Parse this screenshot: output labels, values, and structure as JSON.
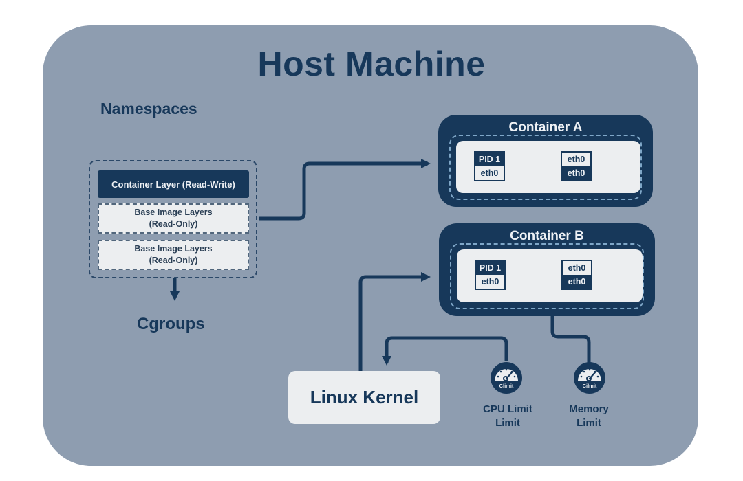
{
  "diagram": {
    "title": "Host Machine",
    "namespaces_label": "Namespaces",
    "cgroups_label": "Cgroups",
    "layers": {
      "container_layer": "Container Layer (Read-Write)",
      "base_layers": [
        {
          "line1": "Base Image Layers",
          "line2": "(Read-Only)"
        },
        {
          "line1": "Base Image Layers",
          "line2": "(Read-Only)"
        }
      ]
    },
    "containers": [
      {
        "name": "Container A",
        "pid_box": {
          "top": "PID 1",
          "bottom": "eth0"
        },
        "eth_box": {
          "top": "eth0",
          "bottom": "eth0"
        }
      },
      {
        "name": "Container B",
        "pid_box": {
          "top": "PID 1",
          "bottom": "eth0"
        },
        "eth_box": {
          "top": "eth0",
          "bottom": "eth0"
        }
      }
    ],
    "kernel_label": "Linux Kernel",
    "gauges": [
      {
        "dial_text": "Climit",
        "line1": "CPU Limit",
        "line2": "Limit"
      },
      {
        "dial_text": "Cilmit",
        "line1": "Memory",
        "line2": "Limit"
      }
    ],
    "colors": {
      "host_bg": "#8e9db0",
      "navy": "#17385a",
      "panel": "#eceef0",
      "dash_accent": "#7fa7c8"
    }
  }
}
